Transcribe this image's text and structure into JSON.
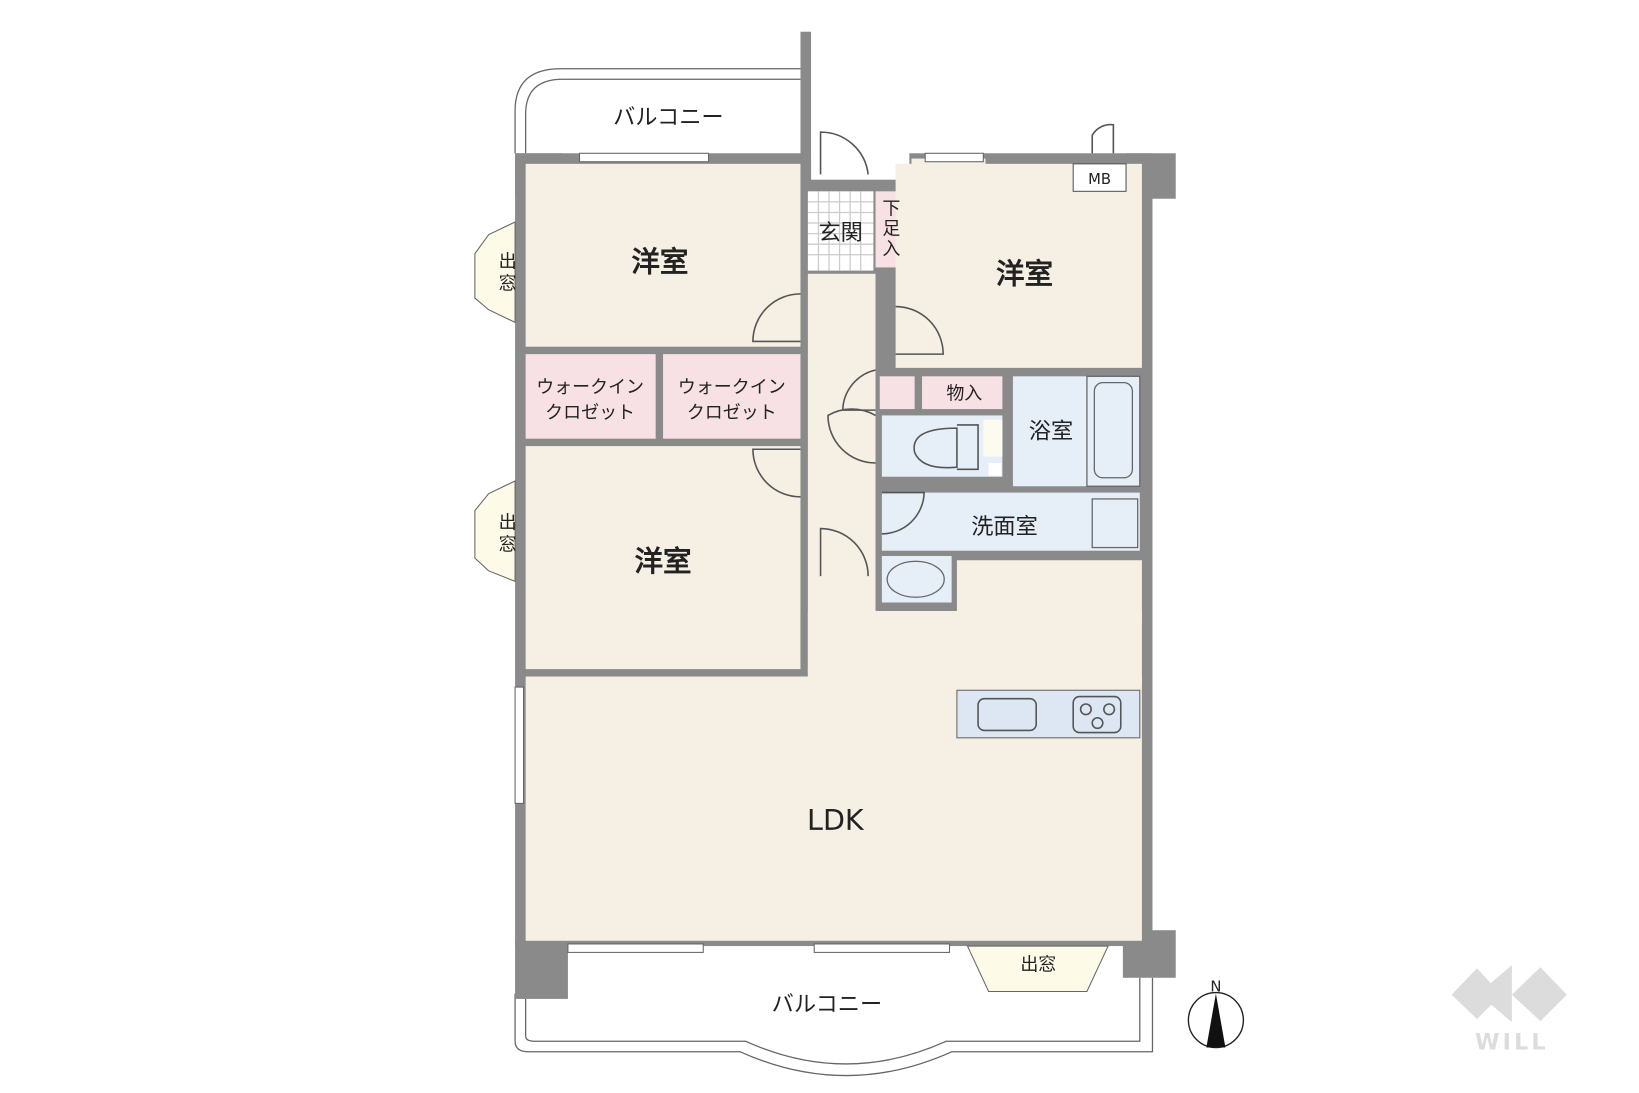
{
  "floorplan": {
    "rooms": {
      "bedroom_nw": "洋室",
      "bedroom_ne": "洋室",
      "bedroom_w": "洋室",
      "wic_1": [
        "ウォークイン",
        "クロゼット"
      ],
      "wic_2": [
        "ウォークイン",
        "クロゼット"
      ],
      "entrance": "玄関",
      "shoe_storage": [
        "下",
        "足",
        "入"
      ],
      "storage": "物入",
      "bathroom": "浴室",
      "washroom": "洗面室",
      "ldk": "LDK",
      "mb": "MB",
      "bay_window_1": [
        "出",
        "窓"
      ],
      "bay_window_2": [
        "出",
        "窓"
      ],
      "bay_window_3": "出窓",
      "balcony_top": "バルコニー",
      "balcony_bottom": "バルコニー"
    },
    "compass": {
      "label": "N",
      "icon": "north-arrow-icon"
    },
    "logo": {
      "text": "WILL",
      "icon": "will-logo-icon"
    },
    "colors": {
      "wall": "#8a8a8a",
      "floor": "#f5efe4",
      "storage": "#f7e1e4",
      "wet_area": "#e6eef8"
    }
  }
}
